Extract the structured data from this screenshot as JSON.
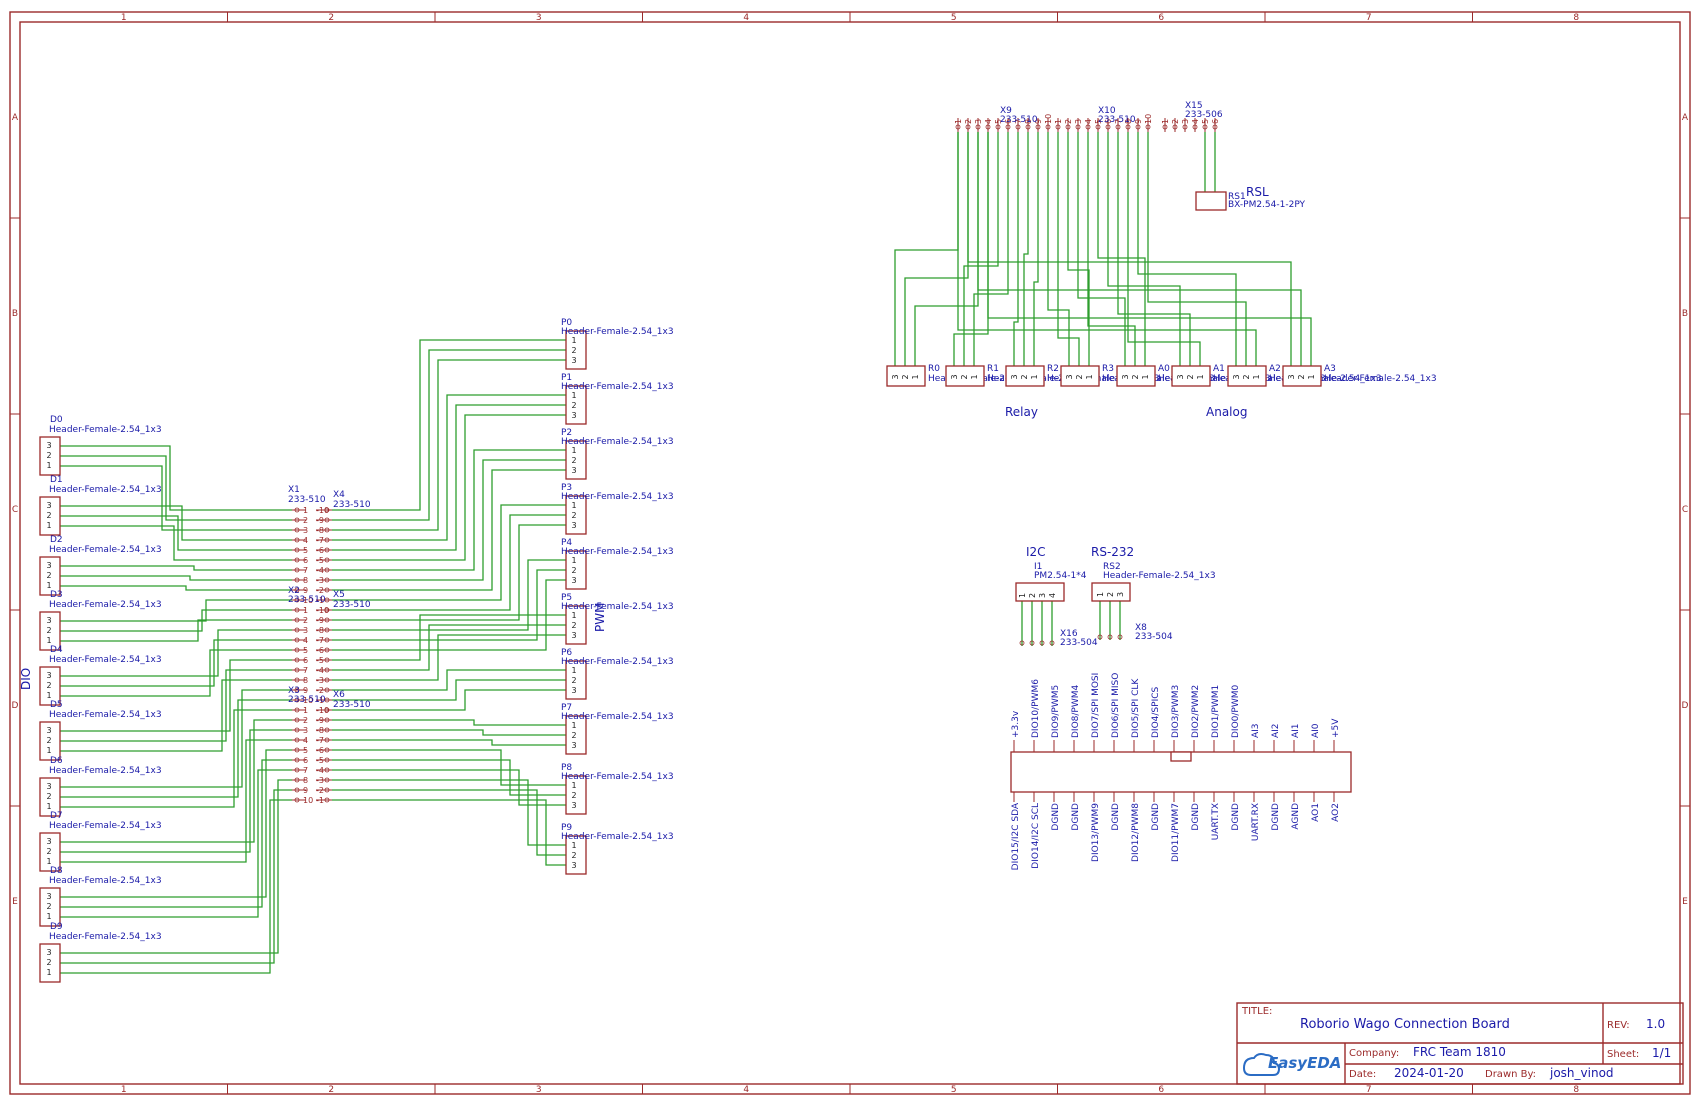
{
  "grid": {
    "columns": [
      "1",
      "2",
      "3",
      "4",
      "5",
      "6",
      "7",
      "8"
    ],
    "rows": [
      "A",
      "B",
      "C",
      "D",
      "E"
    ]
  },
  "labels": {
    "dio": "DIO",
    "pwm": "PWM",
    "relay": "Relay",
    "analog": "Analog",
    "i2c": "I2C",
    "rs232": "RS-232",
    "rsl": "RSL"
  },
  "header_value": "Header-Female-2.54_1x3",
  "dio_headers": [
    "D0",
    "D1",
    "D2",
    "D3",
    "D4",
    "D5",
    "D6",
    "D7",
    "D8",
    "D9"
  ],
  "pwm_headers": [
    "P0",
    "P1",
    "P2",
    "P3",
    "P4",
    "P5",
    "P6",
    "P7",
    "P8",
    "P9"
  ],
  "top_headers": [
    "R0",
    "R1",
    "R2",
    "R3",
    "A0",
    "A1",
    "A2",
    "A3"
  ],
  "wago": {
    "x1": "X1",
    "x2": "X2",
    "x3": "X3",
    "x4": "X4",
    "x5": "X5",
    "x6": "X6",
    "x9": "X9",
    "x10": "X10",
    "x15": "X15",
    "x16": "X16",
    "x8": "X8",
    "v510": "233-510",
    "v506": "233-506",
    "v504": "233-504"
  },
  "rsl_part": {
    "ref": "RS1",
    "value": "BX-PM2.54-1-2PY"
  },
  "i2c_part": {
    "ref": "I1",
    "value": "PM2.54-1*4"
  },
  "rs232_part": {
    "ref": "RS2",
    "value": "Header-Female-2.54_1x3"
  },
  "mxp_top": [
    "+3.3v",
    "DIO10/PWM6",
    "DIO9/PWM5",
    "DIO8/PWM4",
    "DIO7/SPI MOSI",
    "DIO6/SPI MISO",
    "DIO5/SPI CLK",
    "DIO4/SPICS",
    "DIO3/PWM3",
    "DIO2/PWM2",
    "DIO1/PWM1",
    "DIO0/PWM0",
    "AI3",
    "AI2",
    "AI1",
    "AI0",
    "+5V"
  ],
  "mxp_bottom": [
    "DIO15/I2C SDA",
    "DIO14/I2C SCL",
    "DGND",
    "DGND",
    "DIO13/PWM9",
    "DGND",
    "DIO12/PWM8",
    "DGND",
    "DIO11/PWM7",
    "DGND",
    "UART.TX",
    "DGND",
    "UART.RX",
    "DGND",
    "AGND",
    "AO1",
    "AO2"
  ],
  "title_block": {
    "title_label": "TITLE:",
    "title": "Roborio Wago Connection Board",
    "rev_label": "REV:",
    "rev": "1.0",
    "company_label": "Company:",
    "company": "FRC Team 1810",
    "sheet_label": "Sheet:",
    "sheet": "1/1",
    "date_label": "Date:",
    "date": "2024-01-20",
    "drawn_label": "Drawn By:",
    "drawn_by": "josh_vinod",
    "logo": "EasyEDA"
  },
  "colors": {
    "frame": "#9b2a2a",
    "wire": "#2e9e2e",
    "text": "#1a1aa8"
  }
}
